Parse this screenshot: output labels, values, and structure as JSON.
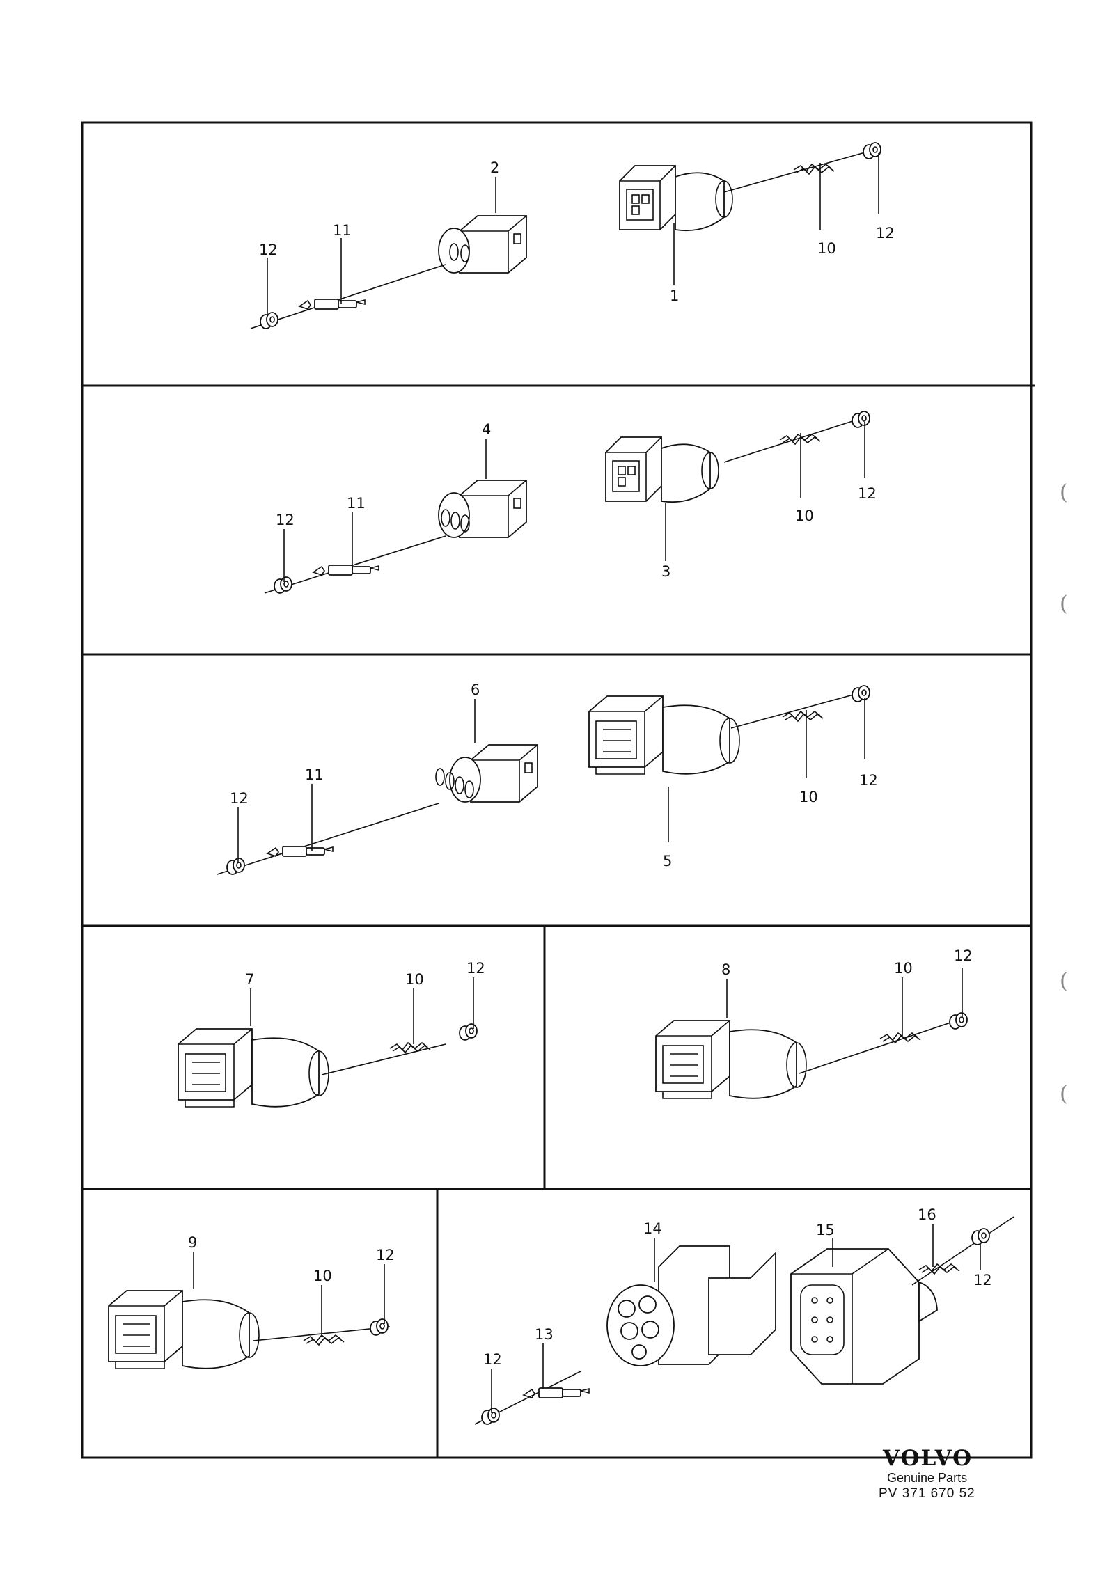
{
  "diagram": {
    "panels": [
      {
        "callouts": [
          "2",
          "1",
          "11",
          "12",
          "10",
          "12"
        ]
      },
      {
        "callouts": [
          "4",
          "3",
          "11",
          "12",
          "10",
          "12"
        ]
      },
      {
        "callouts": [
          "6",
          "5",
          "11",
          "12",
          "10",
          "12"
        ]
      },
      {
        "callouts": [
          "7",
          "10",
          "12"
        ]
      },
      {
        "callouts": [
          "8",
          "10",
          "12"
        ]
      },
      {
        "callouts": [
          "9",
          "10",
          "12"
        ]
      },
      {
        "callouts": [
          "14",
          "15",
          "16",
          "12",
          "13",
          "12"
        ]
      }
    ]
  },
  "footer": {
    "brand": "VOLVO",
    "subtitle": "Genuine Parts",
    "part_number": "PV 371 670 52"
  },
  "margin_marks": [
    "(",
    "(",
    "(",
    "("
  ]
}
